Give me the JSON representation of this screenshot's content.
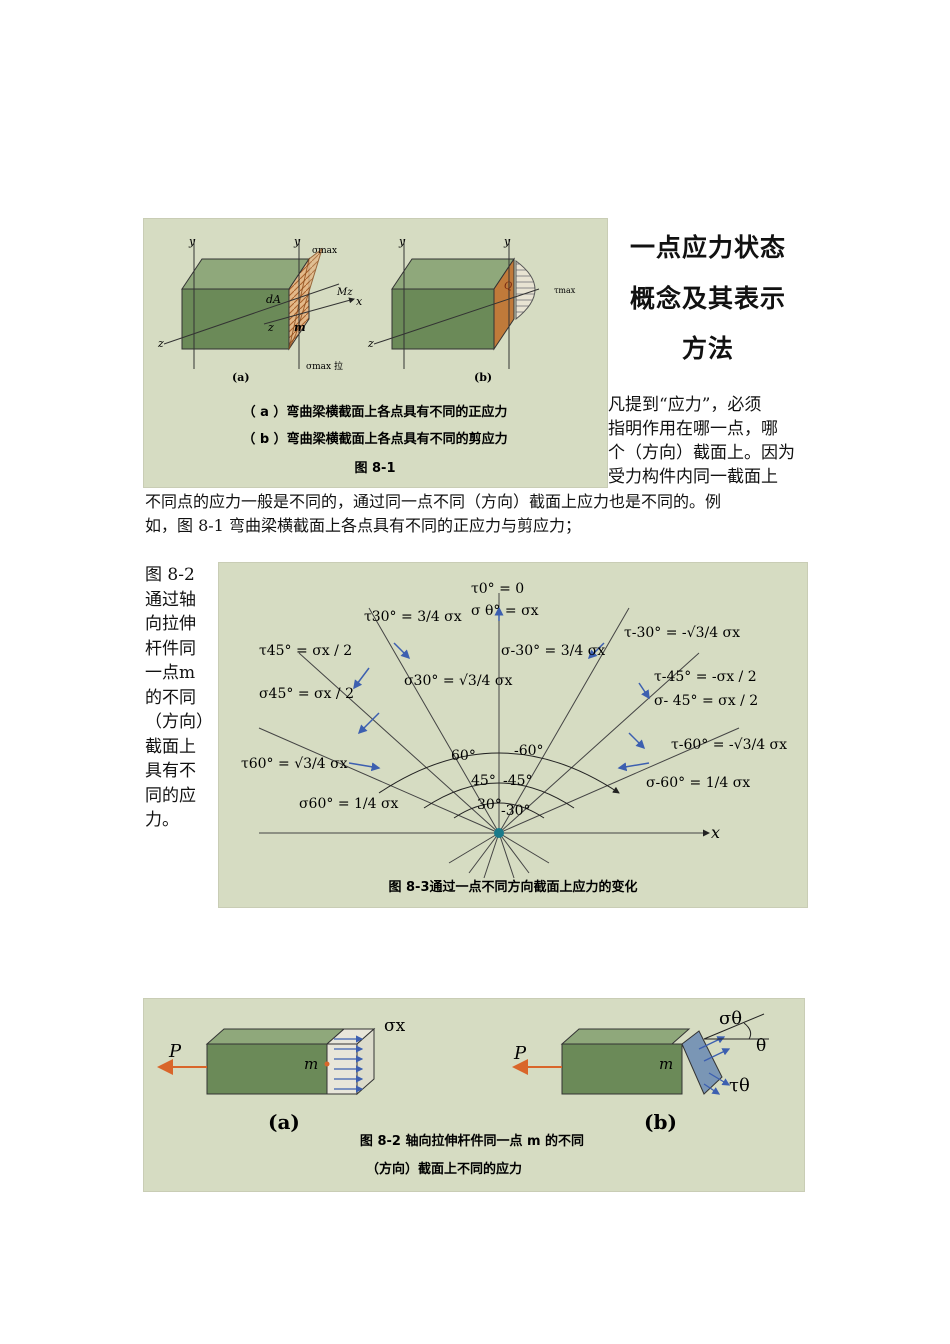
{
  "title": {
    "line1": "一点应力状态",
    "line2": "概念及其表示",
    "line3": "方法"
  },
  "intro": {
    "wrap_lines": [
      "凡提到“应力”，必须",
      "指明作用在哪一点，哪",
      "个（方向）截面上。因为",
      "受力构件内同一截面上"
    ],
    "full_lines": [
      "不同点的应力一般是不同的，通过同一点不同（方向）截面上应力也是不同的。例",
      "如，图 8-1 弯曲梁横截面上各点具有不同的正应力与剪应力；"
    ]
  },
  "side_note": "图 8-2 通过轴向拉伸杆件同一点m的不同（方向）截面上具有不同的应力。",
  "figure1": {
    "label_a": "(a)",
    "label_b": "(b)",
    "caption_a": "（ a ）弯曲梁横截面上各点具有不同的正应力",
    "caption_b": "（ b ）弯曲梁横截面上各点具有不同的剪应力",
    "caption_fig": "图 8-1",
    "axis_y": "y",
    "axis_z": "z",
    "axis_x": "x",
    "dA": "dA",
    "Mz": "Mz",
    "m": "m",
    "sigma_max": "σmax",
    "sigma_max_pull": "σmax 拉",
    "Q": "Q",
    "tau_max": "τmax"
  },
  "figure3": {
    "caption": "图 8-3通过一点不同方向截面上应力的变化",
    "axis_x": "x",
    "top1": "τ0° = 0",
    "top2": "σ θ° = σx",
    "l30_tau": "τ30° = 3/4 σx",
    "l30_sig": "σ30° = √3/4 σx",
    "l45_tau": "τ45° = σx / 2",
    "l45_sig": "σ45° = σx / 2",
    "l60_tau": "τ60° = √3/4 σx",
    "l60_sig": "σ60° = 1/4 σx",
    "r30_sig": "σ-30° = 3/4 σx",
    "r30_tau": "τ-30° = -√3/4 σx",
    "r45_tau": "τ-45° = -σx / 2",
    "r45_sig": "σ- 45° = σx / 2",
    "r60_tau": "τ-60° = -√3/4 σx",
    "r60_sig": "σ-60° = 1/4 σx",
    "ang60": "60°",
    "angm60": "-60°",
    "ang45": "45°",
    "angm45": "-45°",
    "ang30": "30°",
    "angm30": "-30°"
  },
  "figure2": {
    "caption1": "图 8-2 轴向拉伸杆件同一点 m 的不同",
    "caption2": "（方向）截面上不同的应力",
    "label_a": "(a)",
    "label_b": "(b)",
    "P": "P",
    "m": "m",
    "sigma_x": "σx",
    "sigma_theta": "σθ",
    "tau_theta": "τθ",
    "theta": "θ"
  },
  "colors": {
    "figure_bg": "#d6dcc2",
    "block_face": "#6b8a58",
    "block_top": "#8fa87b",
    "block_dark": "#4c6a3f",
    "arrow_blue": "#3c5fb0",
    "arrow_orange": "#d9662a",
    "hatch": "#c07a3a"
  }
}
